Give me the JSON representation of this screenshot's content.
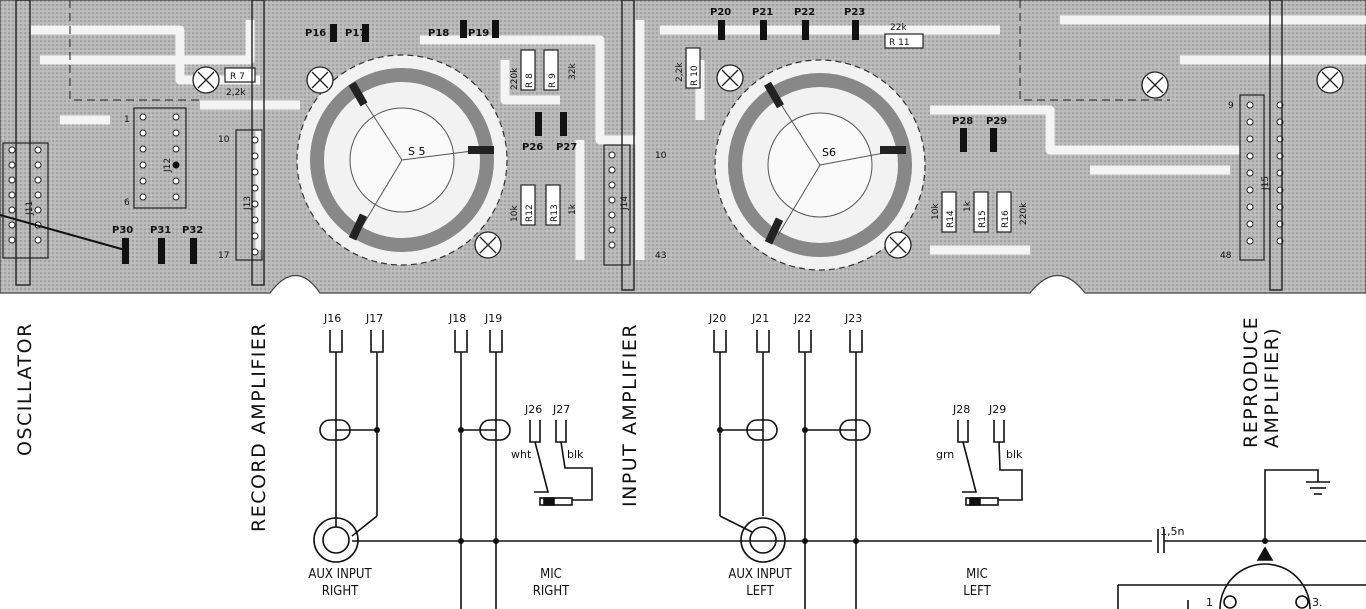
{
  "board": {
    "section_labels": [
      "OSCILLATOR",
      "RECORD AMPLIFIER",
      "INPUT AMPLIFIER",
      "REPRODUCE",
      "AMPLIFIER)"
    ],
    "switches": [
      "S 5",
      "S6"
    ],
    "pins_top": [
      "P16",
      "P17",
      "P18",
      "P19",
      "P20",
      "P21",
      "P22",
      "P23",
      "P26",
      "P27",
      "P28",
      "P29",
      "P30",
      "P31",
      "P32"
    ],
    "resistors": [
      "R 7",
      "R 8",
      "R 9",
      "R 10",
      "R 11",
      "R12",
      "R13",
      "R14",
      "R15",
      "R16"
    ],
    "values": [
      "2,2k",
      "220k",
      "32k",
      "2,2k",
      "22k",
      "10k",
      "1k",
      "10k",
      "1k",
      "220k"
    ],
    "headers": [
      "J11",
      "J12",
      "J13",
      "J14",
      "J15"
    ],
    "header_numbers": [
      "1",
      "6",
      "10",
      "17",
      "10",
      "43",
      "9",
      "48"
    ]
  },
  "schematic": {
    "jacks_top": [
      "J16",
      "J17",
      "J18",
      "J19",
      "J20",
      "J21",
      "J22",
      "J23"
    ],
    "mic_right_pins": [
      "J26",
      "J27"
    ],
    "mic_left_pins": [
      "J28",
      "J29"
    ],
    "wire_right": [
      "wht",
      "blk"
    ],
    "wire_left": [
      "grn",
      "blk"
    ],
    "connectors": [
      {
        "line1": "AUX  INPUT",
        "line2": "RIGHT"
      },
      {
        "line1": "MIC",
        "line2": "RIGHT"
      },
      {
        "line1": "AUX  INPUT",
        "line2": "LEFT"
      },
      {
        "line1": "MIC",
        "line2": "LEFT"
      }
    ],
    "capacitor": "1,5n",
    "socket_pins": [
      "1",
      "3."
    ]
  }
}
